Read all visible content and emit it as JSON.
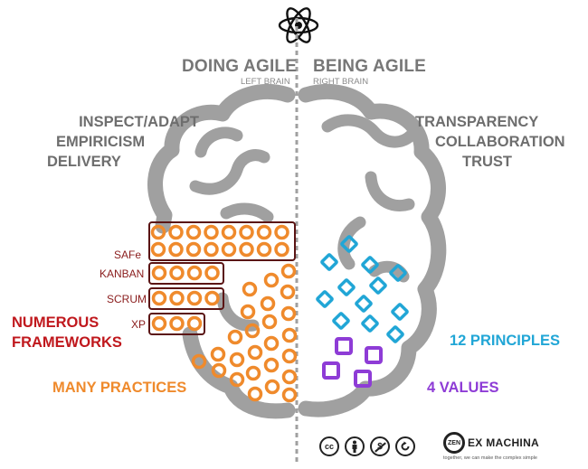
{
  "headers": {
    "left_title": "DOING AGILE",
    "left_subtitle": "LEFT BRAIN",
    "right_title": "BEING AGILE",
    "right_subtitle": "RIGHT BRAIN"
  },
  "left_concepts": [
    "INSPECT/ADAPT",
    "EMPIRICISM",
    "DELIVERY"
  ],
  "right_concepts": [
    "TRANSPARENCY",
    "COLLABORATION",
    "TRUST"
  ],
  "frameworks": [
    {
      "name": "SAFe",
      "rows": 2,
      "circles_per_row": 8
    },
    {
      "name": "KANBAN",
      "rows": 1,
      "circles_per_row": 4
    },
    {
      "name": "SCRUM",
      "rows": 1,
      "circles_per_row": 4
    },
    {
      "name": "XP",
      "rows": 1,
      "circles_per_row": 3
    }
  ],
  "labels": {
    "numerous_frameworks": [
      "NUMEROUS",
      "FRAMEWORKS"
    ],
    "many_practices": "MANY PRACTICES",
    "principles": "12 PRINCIPLES",
    "values": "4 VALUES"
  },
  "counts": {
    "principles_diamonds": 12,
    "values_squares": 4
  },
  "footer": {
    "license_icons": [
      "cc-icon",
      "by-icon",
      "nc-icon",
      "sa-icon"
    ],
    "license_text": [
      "cc",
      "BY",
      "$",
      "SA"
    ],
    "logo_name": "EX MACHINA",
    "logo_mark": "ZEN",
    "tagline": "together, we can make the complex simple"
  },
  "colors": {
    "brain": "#a0a0a0",
    "orange": "#ef8a2c",
    "blue": "#21a6d6",
    "purple": "#8e3cd6",
    "dark_red": "#5a1414",
    "red": "#c0181d"
  }
}
